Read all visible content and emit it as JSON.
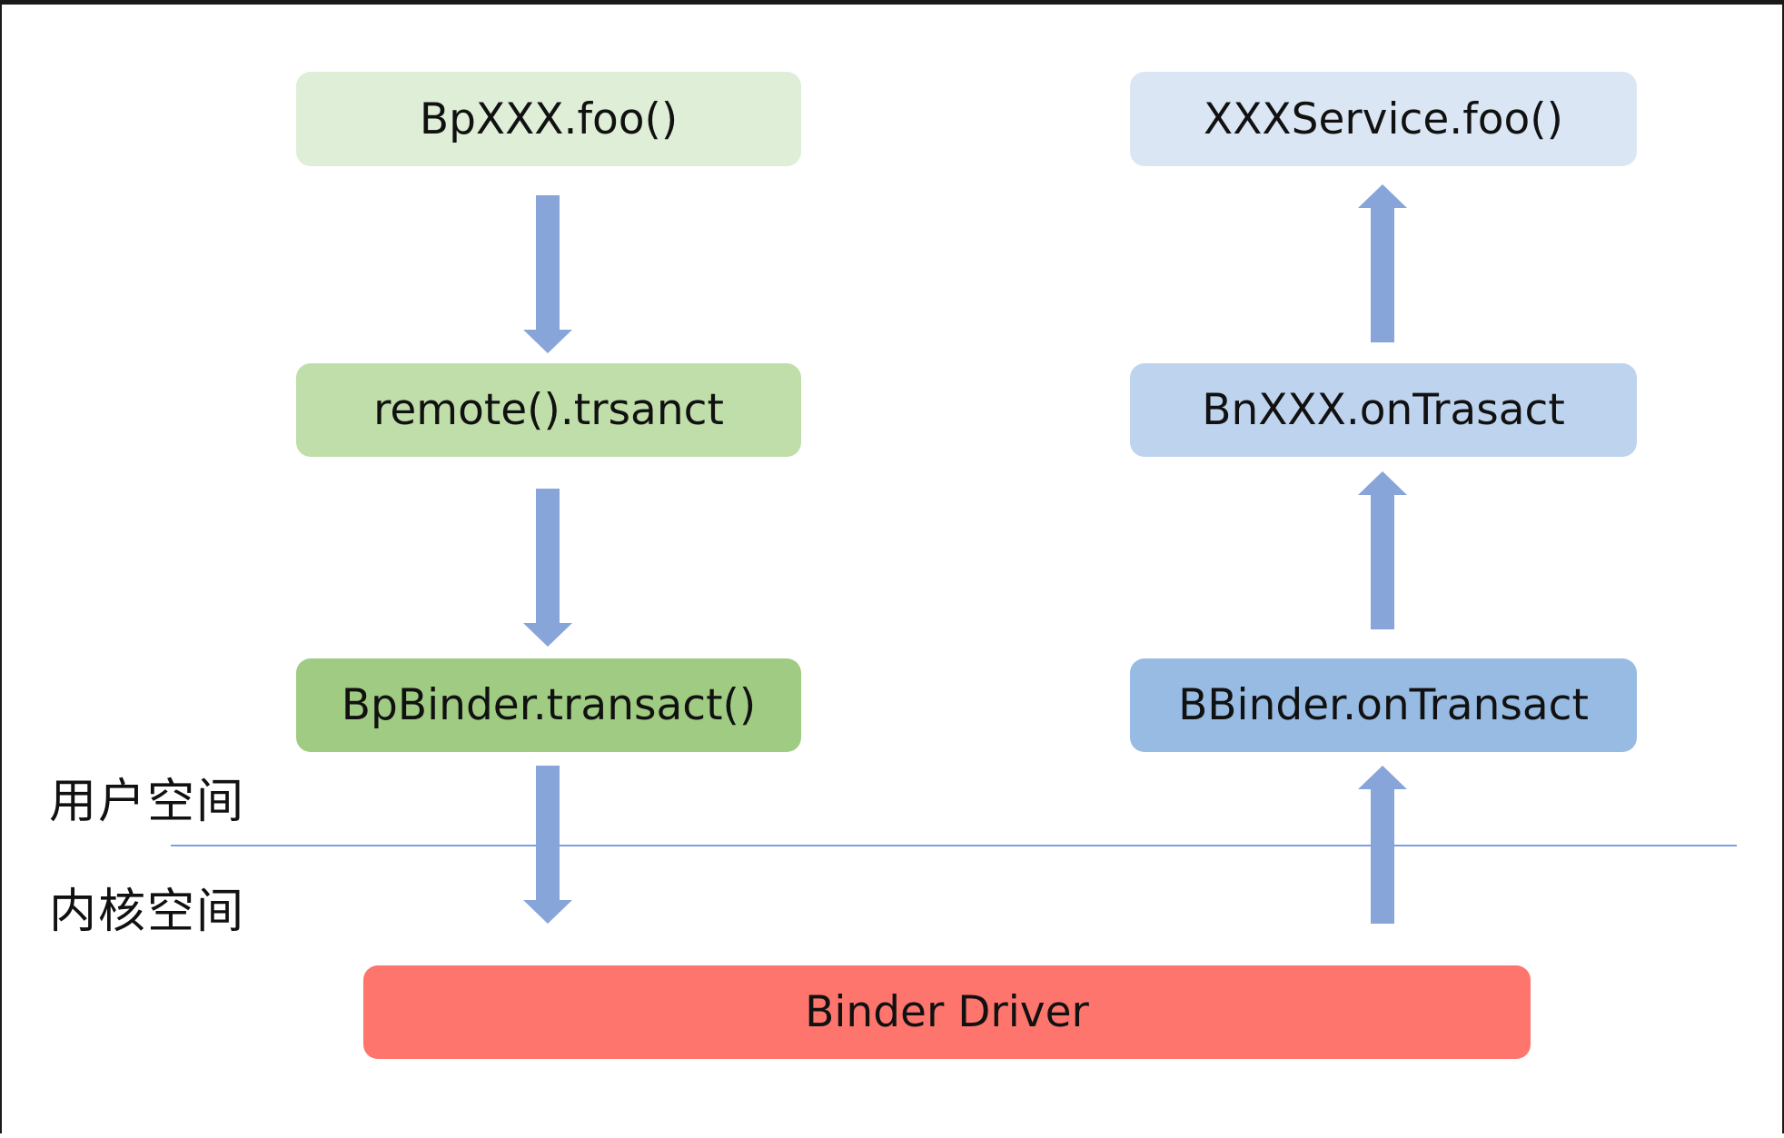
{
  "diagram": {
    "client_side": {
      "proxy_call": "BpXXX.foo()",
      "remote_transact": "remote().trsanct",
      "bpbinder_transact": "BpBinder.transact()"
    },
    "server_side": {
      "service_call": "XXXService.foo()",
      "bn_on_transact": "BnXXX.onTrasact",
      "bbinder_on_transact": "BBinder.onTransact"
    },
    "driver": {
      "label": "Binder Driver"
    },
    "spaces": {
      "user_space": "用户空间",
      "kernel_space": "内核空间"
    }
  },
  "colors": {
    "green_light": "#dfeed6",
    "green_mid": "#c0dea9",
    "green_dark": "#9fcb82",
    "blue_light": "#dbe6f4",
    "blue_mid": "#bed3ee",
    "blue_dark": "#97bbe3",
    "driver_red": "#fd756c",
    "arrow": "#87a5d9",
    "boundary_line": "#7a9ee6"
  }
}
